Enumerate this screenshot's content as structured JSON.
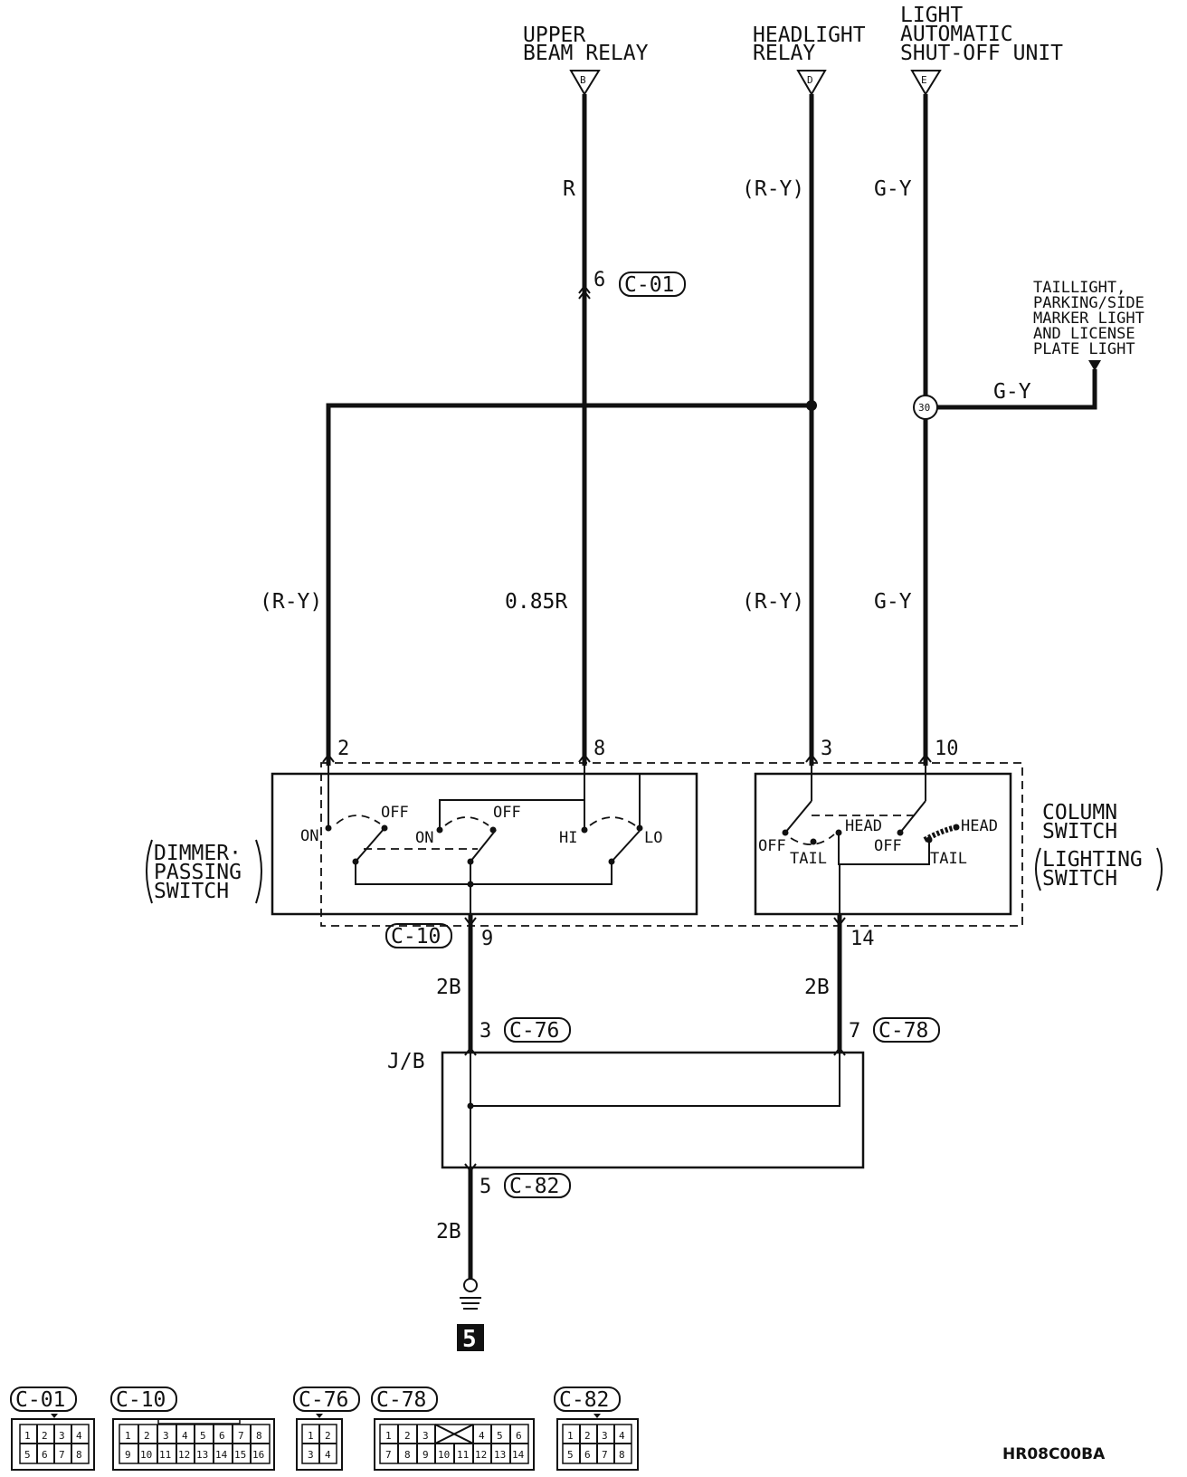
{
  "top_labels": {
    "upper_beam_relay": [
      "UPPER",
      "BEAM RELAY"
    ],
    "headlight_relay": [
      "HEADLIGHT",
      "RELAY"
    ],
    "shutoff_unit": [
      "LIGHT",
      "AUTOMATIC",
      "SHUT-OFF UNIT"
    ],
    "taillight": [
      "TAILLIGHT,",
      "PARKING/SIDE",
      "MARKER LIGHT",
      "AND LICENSE",
      "PLATE LIGHT"
    ]
  },
  "terminal_letters": {
    "b": "B",
    "d": "D",
    "e": "E"
  },
  "splice": "30",
  "wires": {
    "r_top": "R",
    "ry_top": "(R-Y)",
    "gy_top": "G-Y",
    "gy_tail": "G-Y",
    "ry_left": "(R-Y)",
    "r085": "0.85R",
    "ry_mid": "(R-Y)",
    "gy_mid": "G-Y",
    "b_9": "2B",
    "b_14": "2B",
    "b_gnd": "2B"
  },
  "pins": {
    "c01": "6",
    "p2": "2",
    "p8": "8",
    "p3": "3",
    "p10": "10",
    "p9": "9",
    "p14": "14",
    "jb3": "3",
    "jb7": "7",
    "jb5": "5"
  },
  "connector_tags": {
    "c01": "C-01",
    "c10": "C-10",
    "c76": "C-76",
    "c78": "C-78",
    "c82": "C-82"
  },
  "dimmer": {
    "on1": "ON",
    "off1": "OFF",
    "on2": "ON",
    "off2": "OFF",
    "hi": "HI",
    "lo": "LO",
    "name": [
      "DIMMER·",
      "PASSING",
      "SWITCH"
    ]
  },
  "column": {
    "head1": "HEAD",
    "off1": "OFF",
    "tail1": "TAIL",
    "head2": "HEAD",
    "off2": "OFF",
    "tail2": "TAIL",
    "name": [
      "COLUMN",
      "SWITCH",
      "LIGHTING",
      "SWITCH"
    ]
  },
  "jb_label": "J/B",
  "ground_number": "5",
  "legend": [
    {
      "tag": "C-01",
      "rows": [
        [
          "1",
          "2",
          "3",
          "4"
        ],
        [
          "5",
          "6",
          "7",
          "8"
        ]
      ]
    },
    {
      "tag": "C-10",
      "rows": [
        [
          "1",
          "2",
          "3",
          "4",
          "5",
          "6",
          "7",
          "8"
        ],
        [
          "9",
          "10",
          "11",
          "12",
          "13",
          "14",
          "15",
          "16"
        ]
      ]
    },
    {
      "tag": "C-76",
      "rows": [
        [
          "1",
          "2"
        ],
        [
          "3",
          "4"
        ]
      ]
    },
    {
      "tag": "C-78",
      "rows": [
        [
          "1",
          "2",
          "3",
          "",
          "4",
          "5",
          "6"
        ],
        [
          "7",
          "8",
          "9",
          "10",
          "11",
          "12",
          "13",
          "14"
        ]
      ]
    },
    {
      "tag": "C-82",
      "rows": [
        [
          "1",
          "2",
          "3",
          "4"
        ],
        [
          "5",
          "6",
          "7",
          "8"
        ]
      ]
    }
  ],
  "figure_code": "HR08C00BA"
}
